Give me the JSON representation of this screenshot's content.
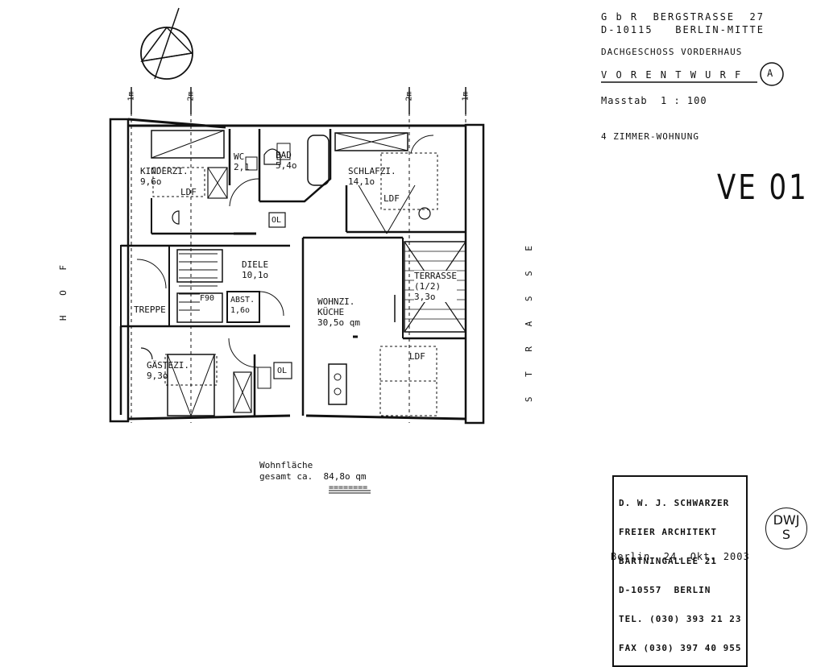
{
  "title_block": {
    "line1": "G b R  BERGSTRASSE  27",
    "line2": "D-10115   BERLIN-MITTE",
    "floor": "DACHGESCHOSS VORDERHAUS",
    "phase": "V O R E N T W U R F",
    "phase_mark": "A",
    "scale": "Masstab  1 : 100",
    "unit_type": "4 ZIMMER-WOHNUNG",
    "plan_code": "VE 01"
  },
  "orientation": {
    "left": "H O F",
    "right": "S T R A S S E"
  },
  "dimension_marks": [
    "1m",
    "2m",
    "2m",
    "1m"
  ],
  "rooms": {
    "kinderzi": "KINDERZI.\n9,6o",
    "wc": "WC\n2,1",
    "bad": "BAD\n5,4o",
    "schlafzi": "SCHLAFZI.\n14,1o",
    "diele": "DIELE\n10,1o",
    "treppe": "TREPPE",
    "f90": "F90",
    "abst": "ABST.\n1,6o",
    "wohnzi": "WOHNZI.\nKÜCHE\n30,5o qm",
    "terrasse": "TERRASSE\n(1/2)\n3,3o",
    "gastezi": "GÄSTEZI.\n9,3o",
    "ol1": "OL",
    "ol2": "OL",
    "ldf1": "LDF",
    "ldf2": "LDF",
    "ldf3": "LDF"
  },
  "area": {
    "label": "Wohnfläche",
    "total": "gesamt ca.  84,8o qm",
    "underline": "========"
  },
  "architect_stamp": {
    "line1": "D. W. J. SCHWARZER",
    "line2": "FREIER ARCHITEKT",
    "line3": "BARTNINGALLEE 21",
    "line4": "D-10557  BERLIN",
    "line5": "TEL. (030) 393 21 23",
    "line6": "FAX (030) 397 40 955"
  },
  "seal": {
    "top": "DWJ",
    "bottom": "S"
  },
  "footer": {
    "date": "Berlin  24. Okt. 2003"
  }
}
